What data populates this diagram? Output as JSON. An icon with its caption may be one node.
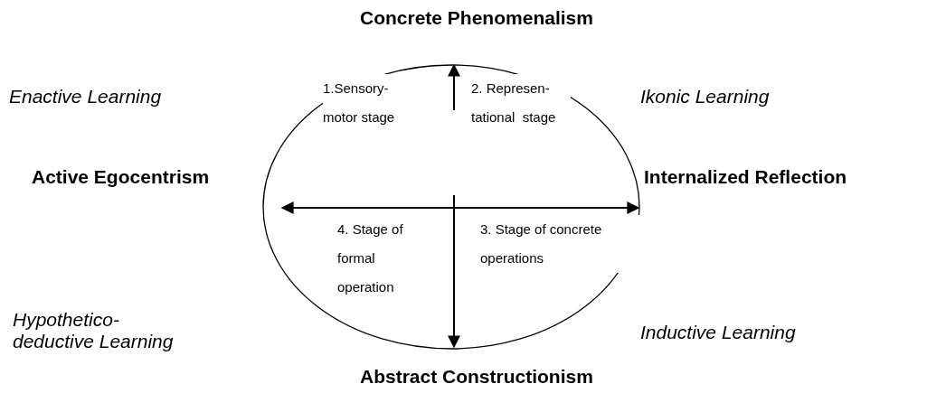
{
  "diagram": {
    "nodes": [
      {
        "text": [
          "1.Sensory-motor stage",
          "2. Represen-tational  stage",
          "4. Stage of formal operation",
          "3. Stage of concrete operations"
        ]
      }
    ],
    "labels": [
      "Concrete Phenomenalism",
      "Enactive Learning",
      "Ikonic Learning",
      "Active Egocentrism",
      "Internalized  Reflection",
      "Hypothetico-deductive Learning",
      "Inductive Learning",
      "Abstract Constructionism"
    ]
  }
}
